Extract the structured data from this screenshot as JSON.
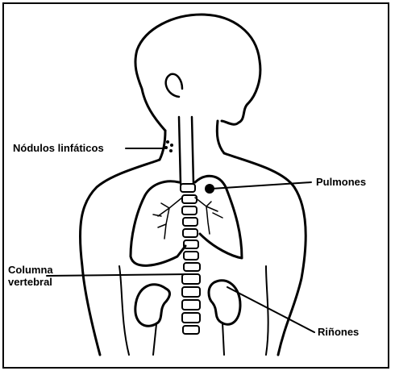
{
  "labels": {
    "nodulos": "Nódulos linfáticos",
    "pulmones": "Pulmones",
    "columna_line1": "Columna",
    "columna_line2": "vertebral",
    "rinones": "Riñones"
  },
  "colors": {
    "ink": "#000000",
    "background": "#ffffff"
  }
}
